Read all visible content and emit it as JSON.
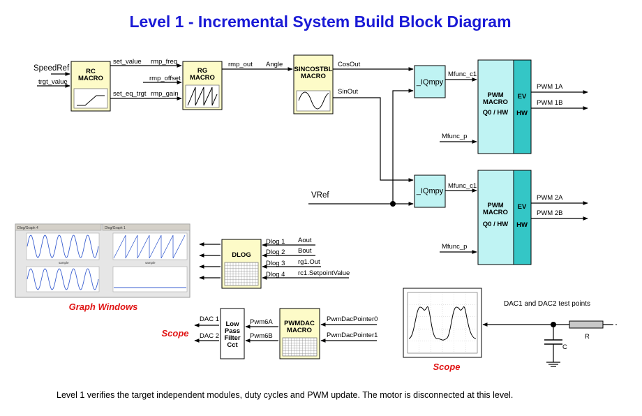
{
  "title": "Level 1   -  Incremental System Build Block Diagram",
  "caption": "Level 1 verifies the target independent modules, duty cycles and PWM update. The motor is disconnected at this level.",
  "colors": {
    "title": "#1a1ad6",
    "macro_fill": "#fdfbc8",
    "pwm_fill": "#bff3f3",
    "pwm_side": "#34c6c6",
    "iq_fill": "#bff3f3",
    "red_label": "#e01414"
  },
  "rc": {
    "line1": "RC",
    "line2": "MACRO",
    "in_speed": "SpeedRef",
    "in_trgt": "trgt_value",
    "out_set": "set_value",
    "out_eq": "set_eq_trgt"
  },
  "rg": {
    "line1": "RG",
    "line2": "MACRO",
    "in_freq": "rmp_freq",
    "in_offset": "rmp_offset",
    "in_gain": "rmp_gain",
    "out": "rmp_out"
  },
  "sincos": {
    "line1": "SINCOSTBL",
    "line2": "MACRO",
    "in": "Angle",
    "out_cos": "CosOut",
    "out_sin": "SinOut"
  },
  "iq1": {
    "label": "_IQmpy",
    "out": "Mfunc_c1"
  },
  "iq2": {
    "label": "_IQmpy",
    "out": "Mfunc_c1",
    "vref": "VRef"
  },
  "pwm1": {
    "line1": "PWM",
    "line2": "MACRO",
    "line3": "Q0 / HW",
    "ev": "EV",
    "hw": "HW",
    "mfunc_p": "Mfunc_p",
    "out_a": "PWM 1A",
    "out_b": "PWM 1B"
  },
  "pwm2": {
    "line1": "PWM",
    "line2": "MACRO",
    "line3": "Q0 / HW",
    "ev": "EV",
    "hw": "HW",
    "mfunc_p": "Mfunc_p",
    "out_a": "PWM 2A",
    "out_b": "PWM 2B"
  },
  "dlog": {
    "label": "DLOG",
    "ports": [
      "Dlog 1",
      "Dlog 2",
      "Dlog 3",
      "Dlog 4"
    ],
    "signals": [
      "Aout",
      "Bout",
      "rg1.Out",
      "rc1.SetpointValue"
    ]
  },
  "graph_windows": {
    "label": "Graph Windows",
    "tab1": "Dlog/Graph 4",
    "tab2": "Dlog/Graph 1",
    "xlabel": "sample"
  },
  "lowpass": {
    "lines": [
      "Low",
      "Pass",
      "Filter",
      "Cct"
    ],
    "out1": "DAC 1",
    "out2": "DAC 2"
  },
  "pwmdac": {
    "line1": "PWMDAC",
    "line2": "MACRO",
    "out_a": "Pwm6A",
    "out_b": "Pwm6B",
    "in0": "PwmDacPointer0",
    "in1": "PwmDacPointer1"
  },
  "scope_left": "Scope",
  "scope_right": "Scope",
  "testpoints": {
    "label": "DAC1 and DAC2 test points",
    "c": "C",
    "r": "R"
  }
}
